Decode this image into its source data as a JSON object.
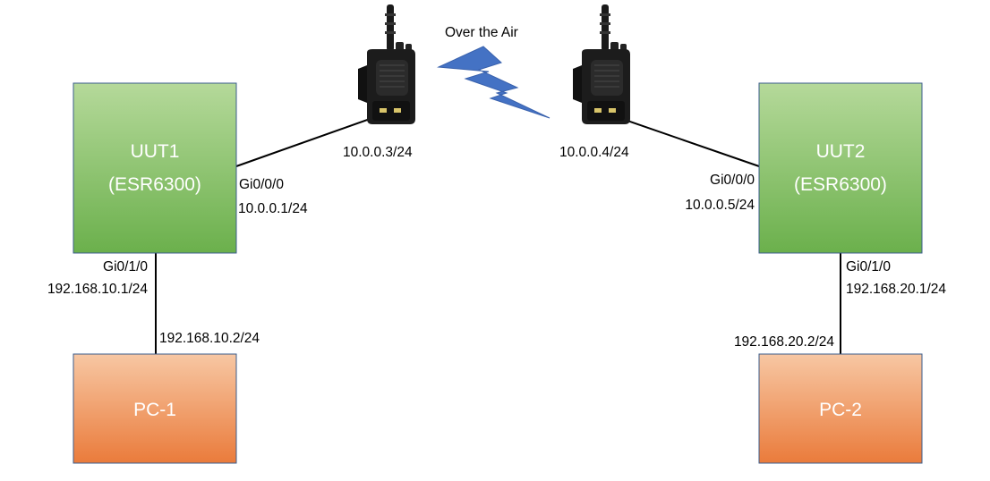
{
  "colors": {
    "router_top": "#b5d99a",
    "router_bottom": "#6bb04c",
    "router_border": "#3b5d8c",
    "pc_top": "#f7c7a3",
    "pc_bottom": "#ea7b3b",
    "pc_border": "#3b5d8c",
    "link": "#000000",
    "lightning": "#4472c4",
    "radio": "#1a1a1a"
  },
  "routers": [
    {
      "name": "UUT1",
      "model": "(ESR6300)"
    },
    {
      "name": "UUT2",
      "model": "(ESR6300)"
    }
  ],
  "pcs": [
    {
      "name": "PC-1"
    },
    {
      "name": "PC-2"
    }
  ],
  "radios": [
    {
      "icon": "walkie-talkie-icon"
    },
    {
      "icon": "walkie-talkie-icon"
    }
  ],
  "wireless": {
    "label": "Over the Air",
    "icon": "lightning-bolt-icon"
  },
  "labels": {
    "uut1_wan_if": "Gi0/0/0",
    "uut1_wan_ip": "10.0.0.1/24",
    "radio1_ip": "10.0.0.3/24",
    "radio2_ip": "10.0.0.4/24",
    "uut2_wan_if": "Gi0/0/0",
    "uut2_wan_ip": "10.0.0.5/24",
    "uut1_lan_if": "Gi0/1/0",
    "uut1_lan_ip": "192.168.10.1/24",
    "pc1_ip": "192.168.10.2/24",
    "uut2_lan_if": "Gi0/1/0",
    "uut2_lan_ip": "192.168.20.1/24",
    "pc2_ip": "192.168.20.2/24"
  }
}
